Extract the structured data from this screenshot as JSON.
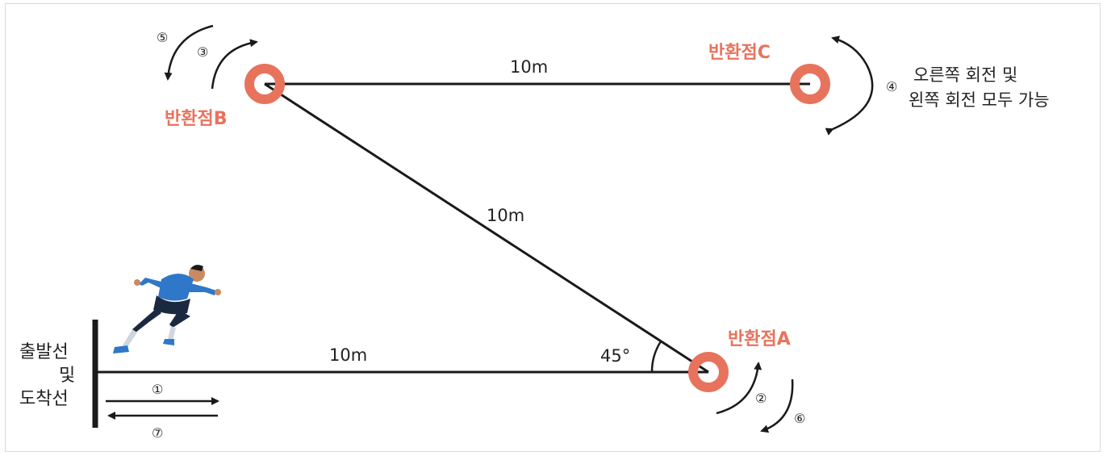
{
  "segments": {
    "b_to_c": "10m",
    "b_to_a": "10m",
    "start_to_a": "10m"
  },
  "angle": "45°",
  "points": {
    "a": "반환점A",
    "b": "반환점B",
    "c": "반환점C"
  },
  "start_line_label": [
    "출발선",
    "및",
    "도착선"
  ],
  "steps": {
    "s1": "①",
    "s2": "②",
    "s3": "③",
    "s4": "④",
    "s5": "⑤",
    "s6": "⑥",
    "s7": "⑦"
  },
  "note_c": [
    "오른쪽 회전 및",
    "왼쪽 회전 모두 가능"
  ],
  "colors": {
    "marker": "#e8735d",
    "line": "#1a1a1a",
    "runner_shirt": "#2f78c9"
  }
}
